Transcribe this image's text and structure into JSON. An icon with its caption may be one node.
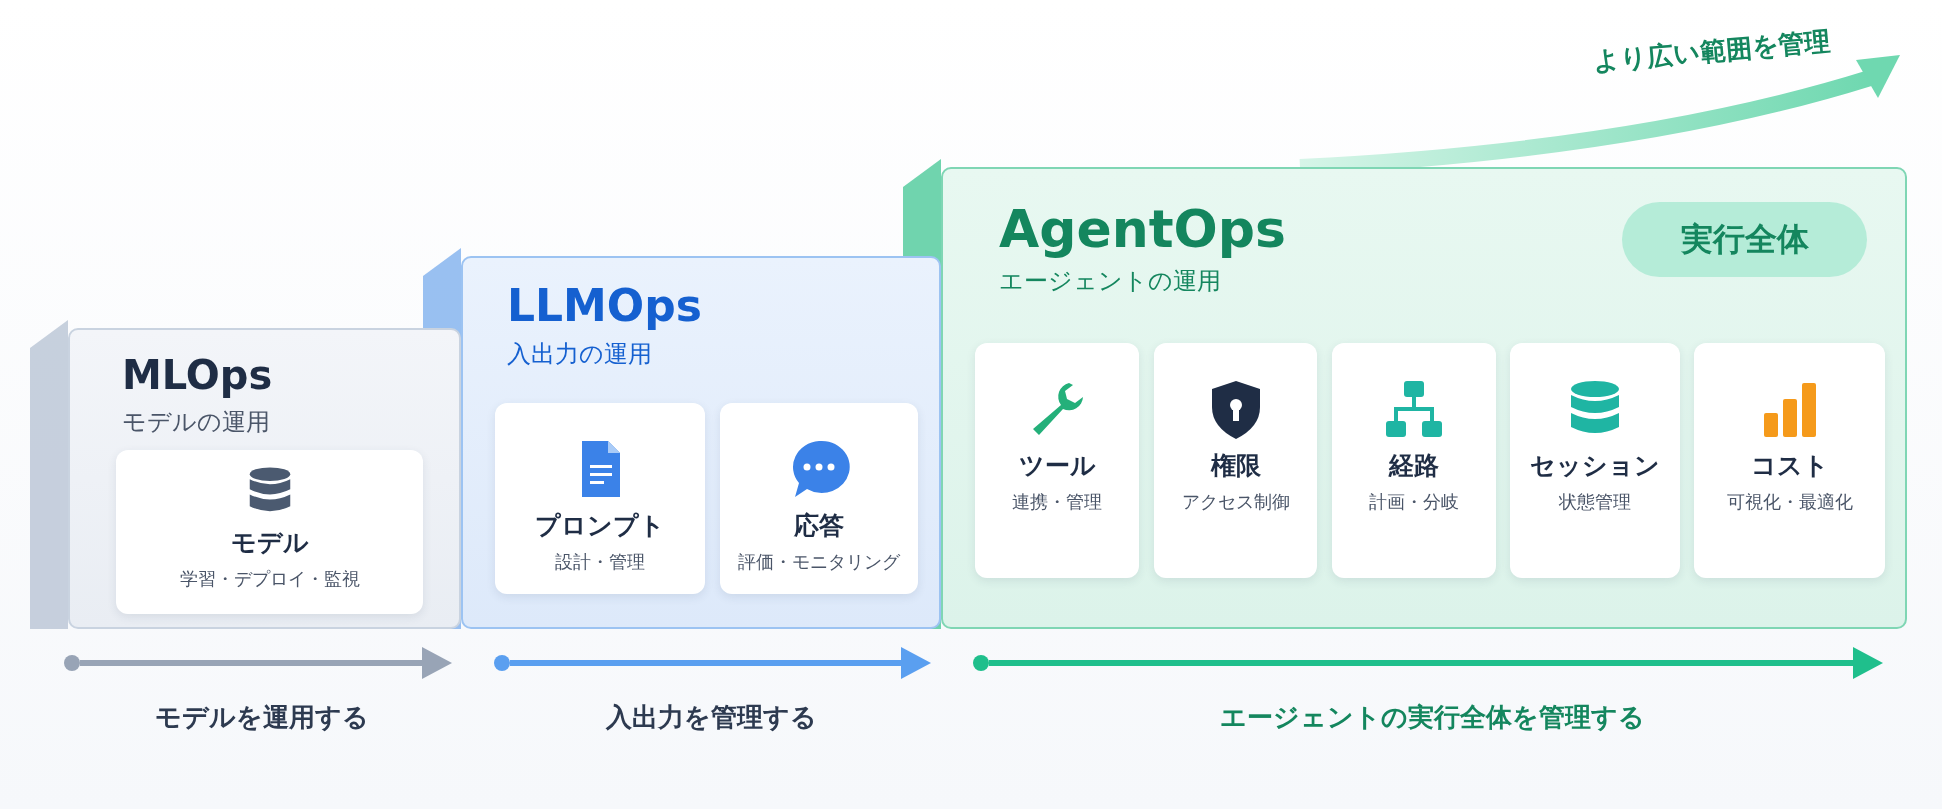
{
  "diagram": {
    "nodes": [
      {
        "text": [
          "MLOps",
          "モデルの運用"
        ]
      },
      {
        "text": [
          "モデル",
          "学習・デプロイ・監視"
        ],
        "in": 0
      },
      {
        "text": [
          "LLMOps",
          "入出力の運用"
        ]
      },
      {
        "text": [
          "プロンプト",
          "設計・管理"
        ],
        "in": 2
      },
      {
        "text": [
          "応答",
          "評価・モニタリング"
        ],
        "in": 2
      },
      {
        "text": [
          "AgentOps",
          "エージェントの運用"
        ]
      },
      {
        "text": [
          "実行全体"
        ],
        "in": 5
      },
      {
        "text": [
          "ツール",
          "連携・管理"
        ],
        "in": 5
      },
      {
        "text": [
          "権限",
          "アクセス制御"
        ],
        "in": 5
      },
      {
        "text": [
          "経路",
          "計画・分岐"
        ],
        "in": 5
      },
      {
        "text": [
          "セッション",
          "状態管理"
        ],
        "in": 5
      },
      {
        "text": [
          "コスト",
          "可視化・最適化"
        ],
        "in": 5
      }
    ],
    "labels": [
      "より広い範囲を管理",
      "モデルを運用する",
      "入出力を管理する",
      "エージェントの実行全体を管理する"
    ]
  }
}
